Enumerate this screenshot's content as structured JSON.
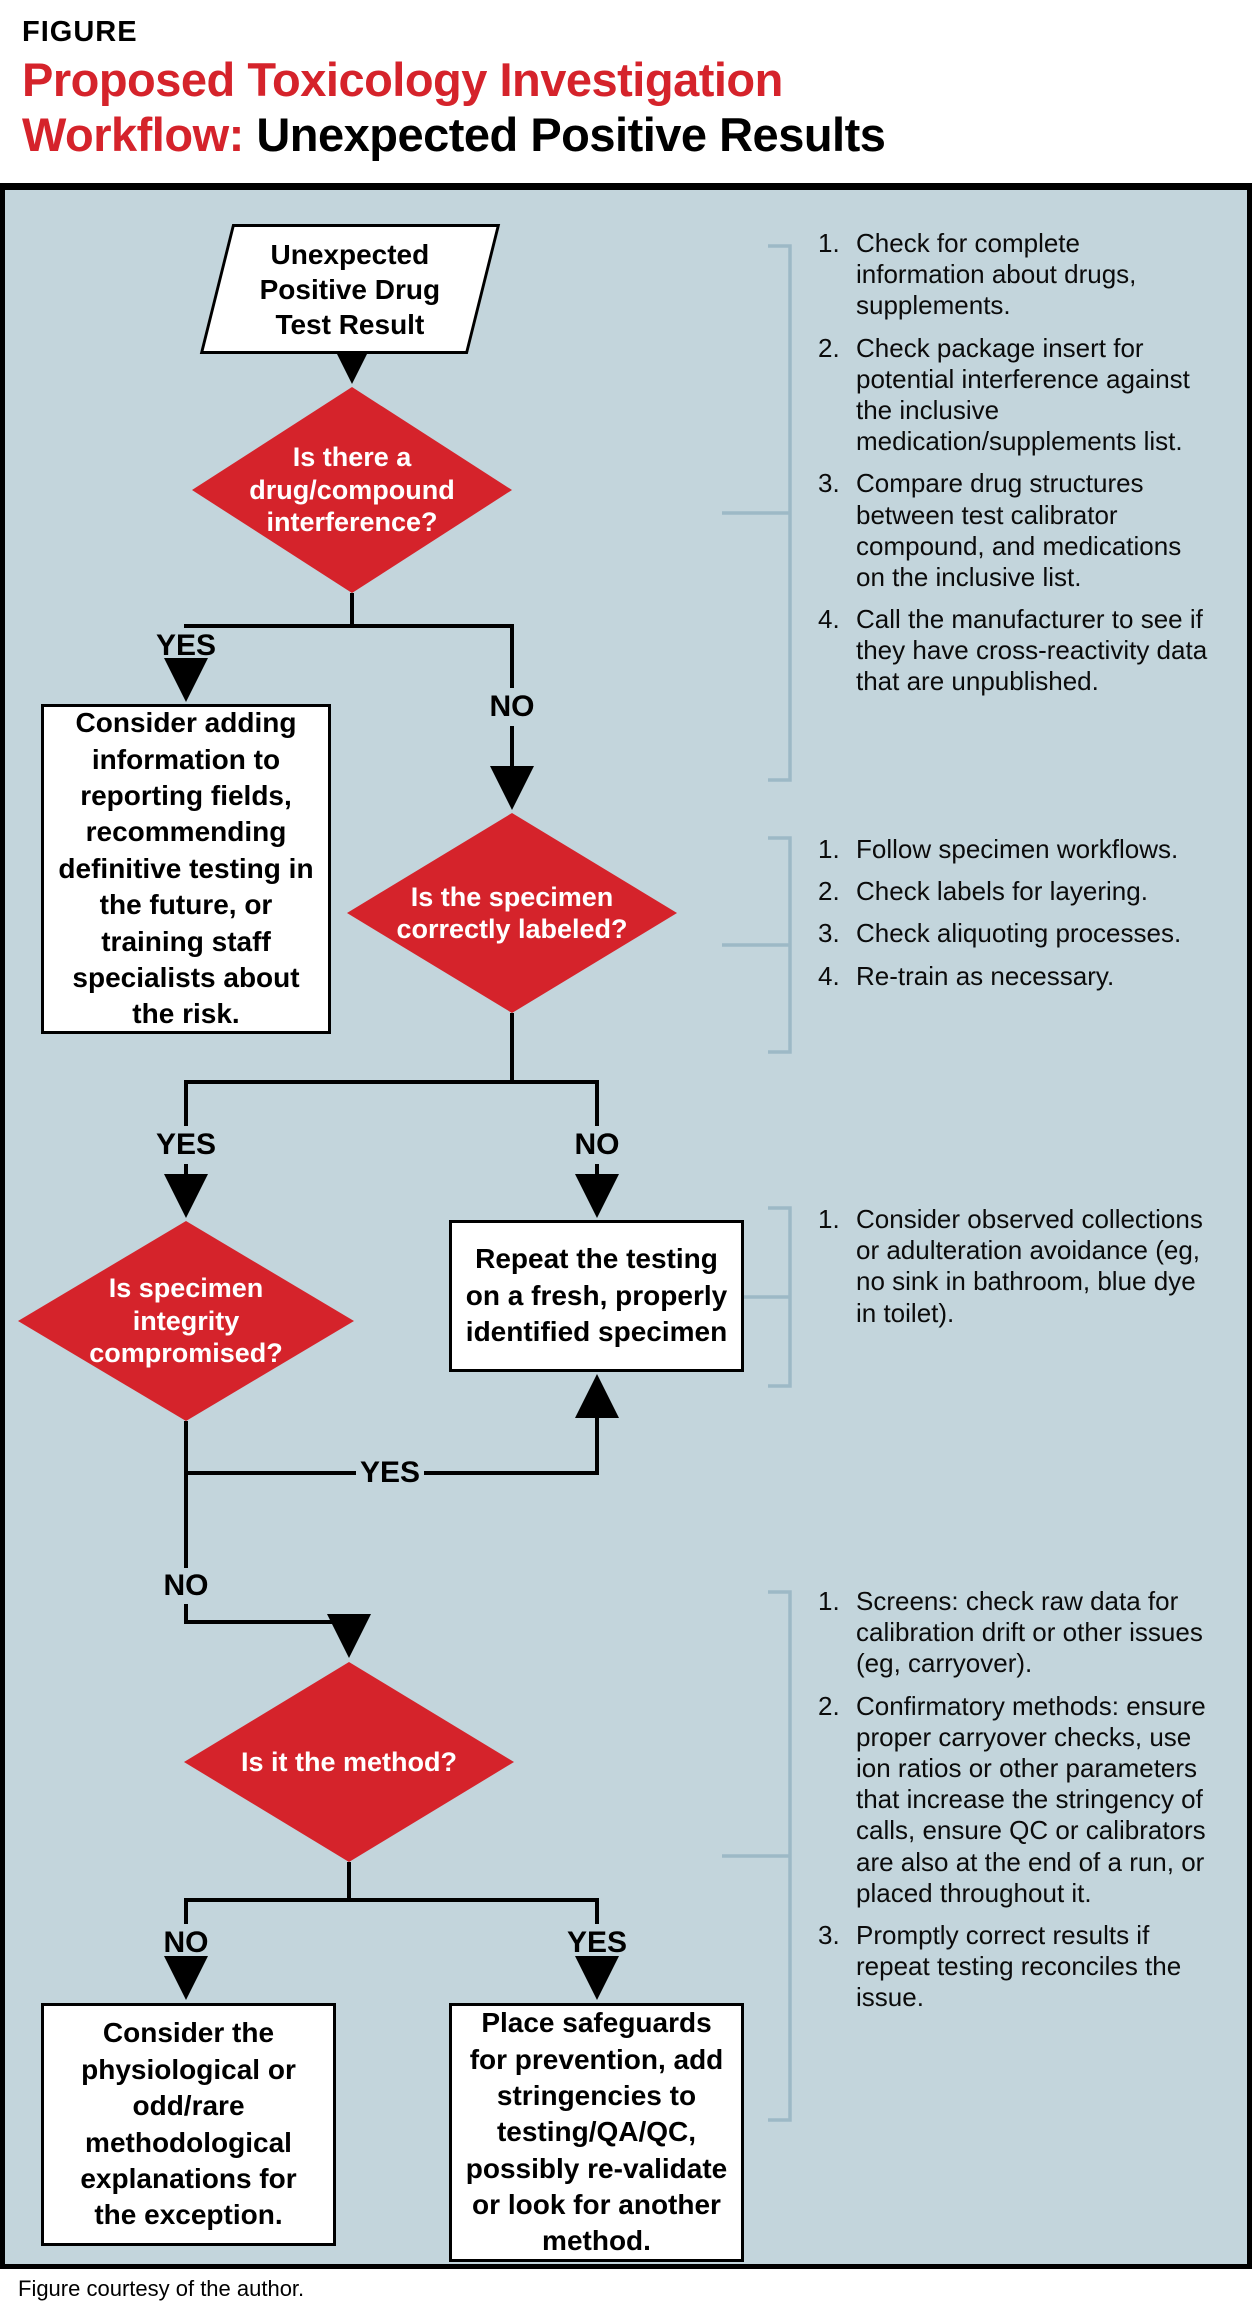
{
  "header": {
    "kicker": "FIGURE",
    "title_line1": "Proposed Toxicology Investigation",
    "title_line2_red": "Workflow:",
    "title_line2_black": " Unexpected Positive Results"
  },
  "flow": {
    "start": "Unexpected Positive Drug Test Result",
    "decision_interference": "Is there a drug/compound interference?",
    "box_reporting": "Consider adding information to reporting fields, recommending definitive testing in the future, or training staff specialists about the risk.",
    "decision_labeled": "Is the specimen correctly labeled?",
    "decision_integrity": "Is specimen integrity compromised?",
    "box_repeat": "Repeat the testing on a fresh, properly identified specimen",
    "decision_method": "Is it the method?",
    "box_explanations": "Consider the physiological or odd/rare methodological explanations for the exception.",
    "box_safeguards": "Place safeguards for prevention, add stringencies to testing/QA/QC, possibly re-validate or look for another method.",
    "yes": "YES",
    "no": "NO"
  },
  "notes": [
    {
      "items": [
        {
          "n": "1.",
          "text": "Check for complete information about drugs, supplements."
        },
        {
          "n": "2.",
          "text": "Check package insert for potential interference against the inclusive medication/supplements list."
        },
        {
          "n": "3.",
          "text": "Compare drug structures between test calibrator compound, and medications on the inclusive list."
        },
        {
          "n": "4.",
          "text": "Call the manufacturer to see if they have cross-reactivity data that are unpublished."
        }
      ]
    },
    {
      "items": [
        {
          "n": "1.",
          "text": "Follow specimen workflows."
        },
        {
          "n": "2.",
          "text": "Check labels for layering."
        },
        {
          "n": "3.",
          "text": "Check aliquoting processes."
        },
        {
          "n": "4.",
          "text": "Re-train as necessary."
        }
      ]
    },
    {
      "items": [
        {
          "n": "1.",
          "text": "Consider observed collections or adulteration avoidance (eg, no sink in bathroom, blue dye in toilet)."
        }
      ]
    },
    {
      "items": [
        {
          "n": "1.",
          "text": "Screens: check raw data for calibration drift or other issues (eg, carryover)."
        },
        {
          "n": "2.",
          "text": "Confirmatory methods: ensure proper carryover checks, use ion ratios or other parameters that increase the stringency of calls, ensure QC or calibrators are also at the end of a run, or placed throughout it."
        },
        {
          "n": "3.",
          "text": "Promptly correct results if repeat testing reconciles the issue."
        }
      ]
    }
  ],
  "footer": {
    "credit": "Figure courtesy of the author."
  },
  "colors": {
    "red": "#d5232b",
    "background": "#c3d5dc",
    "bracket": "#9db9c6",
    "black": "#000000"
  }
}
